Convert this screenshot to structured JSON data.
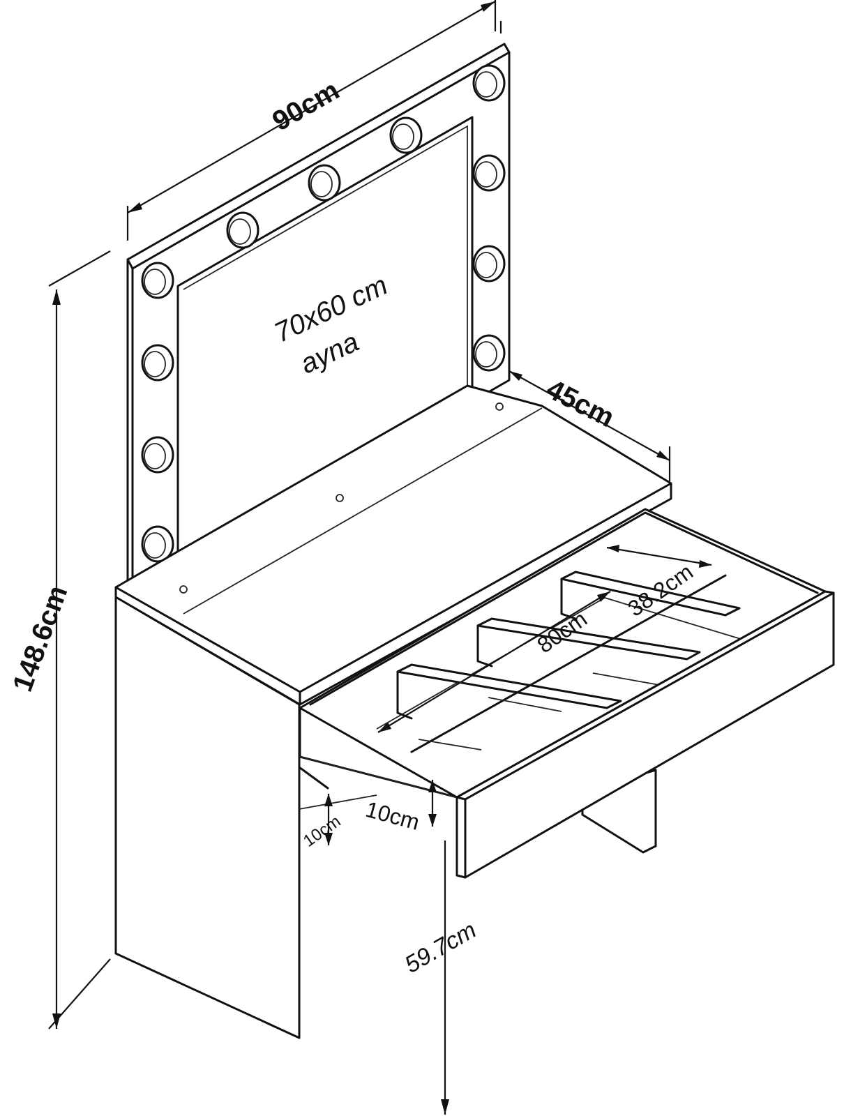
{
  "dimensions": {
    "width": "90cm",
    "depth": "45cm",
    "height": "148.6cm",
    "leg_height": "59.7cm",
    "drawer_inner_length": "80cm",
    "drawer_inner_depth": "38.2cm",
    "drawer_height": "10cm",
    "shelf_gap": "10cm"
  },
  "mirror": {
    "size": "70x60 cm",
    "label": "ayna"
  }
}
